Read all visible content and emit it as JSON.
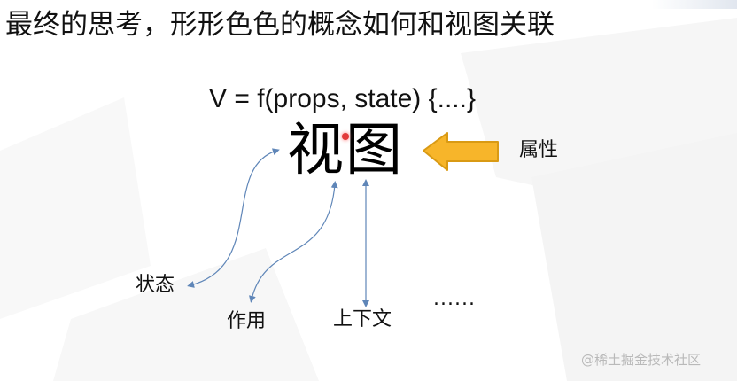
{
  "slide": {
    "title": "最终的思考，形形色色的概念如何和视图关联",
    "formula": "V = f(props, state) {....}",
    "view_label": "视图",
    "labels": {
      "props": "属性",
      "state": "状态",
      "effect": "作用",
      "context": "上下文",
      "more": "......"
    }
  },
  "colors": {
    "props_arrow_fill": "#f7b52a",
    "props_arrow_stroke": "#d99a14",
    "connector": "#5f86b8",
    "background_shape": "#f3f3f3"
  },
  "watermark": "@稀土掘金技术社区"
}
